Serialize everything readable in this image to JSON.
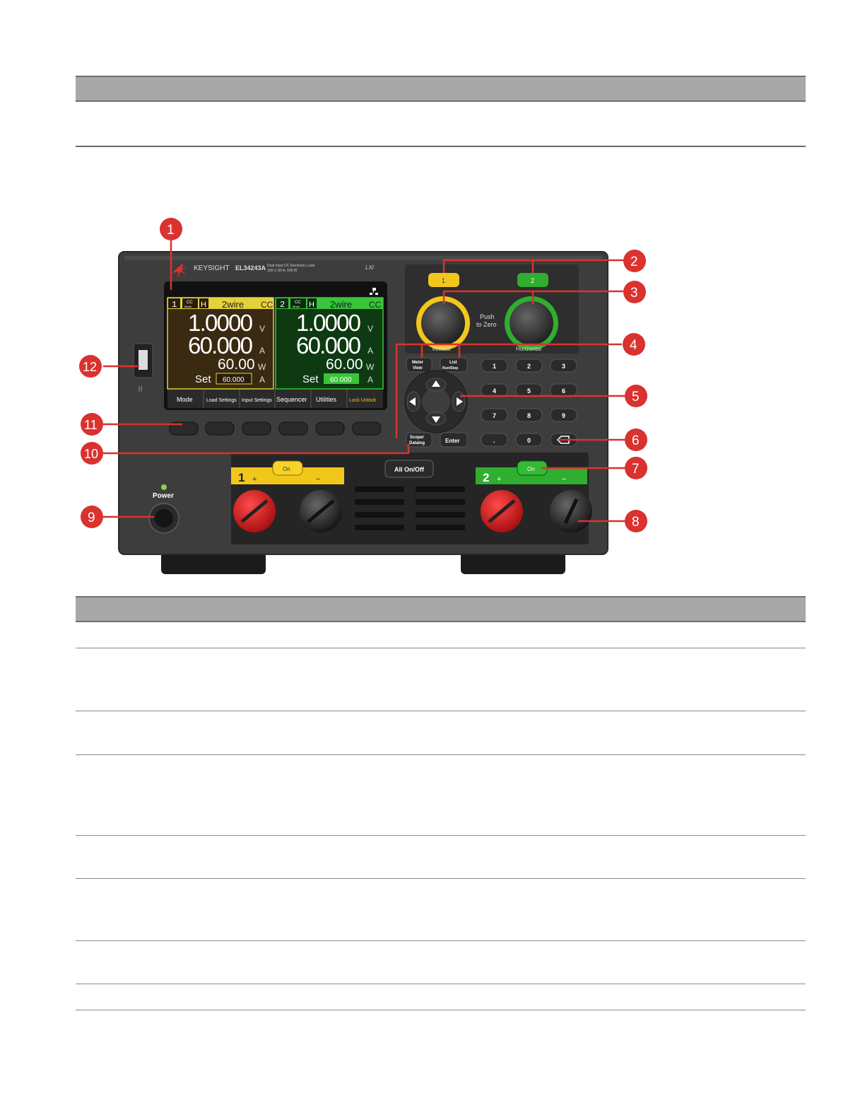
{
  "instrument": {
    "brand": "KEYSIGHT",
    "model": "EL34243A",
    "description_line1": "Dual Input DC Electronic Load",
    "description_line2": "150 V, 60 A, 600 W",
    "lxi": "LXI"
  },
  "display": {
    "channels": [
      {
        "num": "1",
        "mode_top": "CC",
        "mode_bot": "Mode",
        "range": "H",
        "sense": "2wire",
        "state": "CC",
        "voltage": "1.0000",
        "voltage_unit": "V",
        "current": "60.000",
        "current_unit": "A",
        "power": "60.00",
        "power_unit": "W",
        "set_label": "Set",
        "set_value": "60.000",
        "set_unit": "A",
        "accent": "#e3d23a"
      },
      {
        "num": "2",
        "mode_top": "CC",
        "mode_bot": "Mode",
        "range": "H",
        "sense": "2wire",
        "state": "CC",
        "voltage": "1.0000",
        "voltage_unit": "V",
        "current": "60.000",
        "current_unit": "A",
        "power": "60.00",
        "power_unit": "W",
        "set_label": "Set",
        "set_value": "60.000",
        "set_unit": "A",
        "accent": "#39c43a"
      }
    ],
    "softkeys": [
      "Mode",
      "Load Settings",
      "Input Settings",
      "Sequencer",
      "Utilities",
      "Lock Unlock"
    ]
  },
  "controls": {
    "channel_select": [
      "1",
      "2"
    ],
    "knob_label": "Push to Zero",
    "vertical": "Vertical",
    "horizontal": "Horizontal",
    "meter_view": "Meter View",
    "list": "List Run/Stop",
    "scope": "Scope/ Datalog",
    "enter": "Enter",
    "keypad": [
      "1",
      "2",
      "3",
      "4",
      "5",
      "6",
      "7",
      "8",
      "9",
      ".",
      "0"
    ],
    "all_on_off": "All On/Off",
    "power": "Power",
    "on": "On",
    "terminal1": "1",
    "terminal2": "2",
    "plus": "+",
    "minus": "−"
  },
  "callouts": [
    "1",
    "2",
    "3",
    "4",
    "5",
    "6",
    "7",
    "8",
    "9",
    "10",
    "11",
    "12"
  ],
  "colors": {
    "callout": "#d9322f",
    "panel": "#3b3b3b",
    "yellow": "#f2c71c",
    "green": "#2fae2f"
  }
}
